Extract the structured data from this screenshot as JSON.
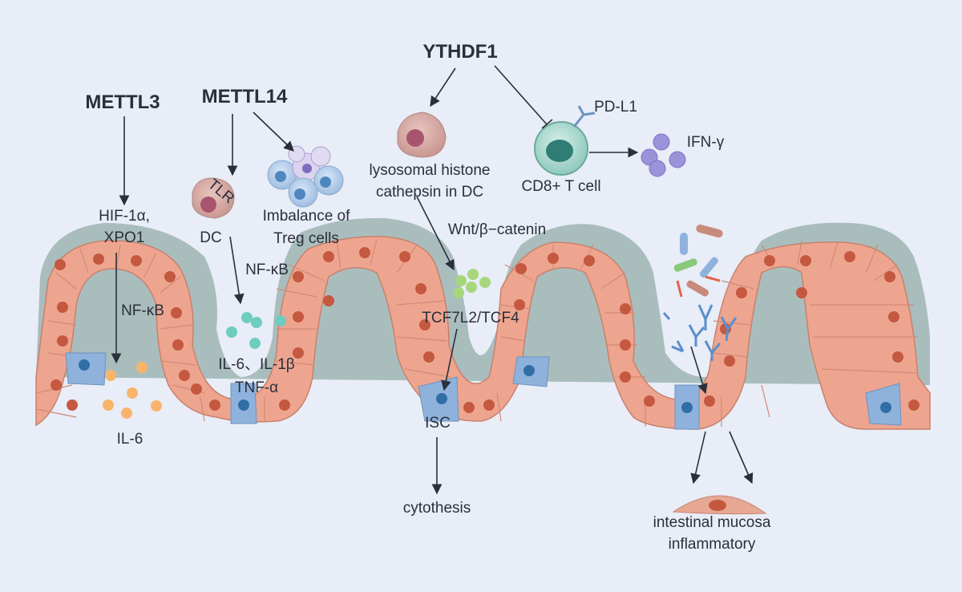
{
  "regulators": {
    "mettl3": "METTL3",
    "mettl14": "METTL14",
    "ythdf1": "YTHDF1"
  },
  "labels": {
    "hif": "HIF-1α,",
    "xpo1": "XPO1",
    "nfkb_left": "NF-κB",
    "il6_left": "IL-6",
    "tlr": "TLR",
    "dc": "DC",
    "nfkb_mid": "NF-κB",
    "cytokines1": "IL-6、IL-1β",
    "cytokines2": "TNF-α",
    "treg1": "Imbalance of",
    "treg2": "Treg cells",
    "lyso1": "lysosomal histone",
    "lyso2": "cathepsin in DC",
    "wnt": "Wnt/β−catenin",
    "tcf": "TCF7L2/TCF4",
    "isc": "ISC",
    "cytothesis": "cytothesis",
    "pdl1": "PD-L1",
    "cd8": "CD8+ T cell",
    "ifn": "IFN-γ",
    "inflam1": "intestinal mucosa",
    "inflam2": "inflammatory"
  },
  "colors": {
    "background": "#e8edf7",
    "mucus": "#a9bdbd",
    "epithelium": "#eea58f",
    "nucleus": "#c55840",
    "stem_cell": "#8fb2dc",
    "cytokine_orange": "#f8b56a",
    "cytokine_teal": "#6dcdbf",
    "wnt_green": "#a7d77c"
  }
}
